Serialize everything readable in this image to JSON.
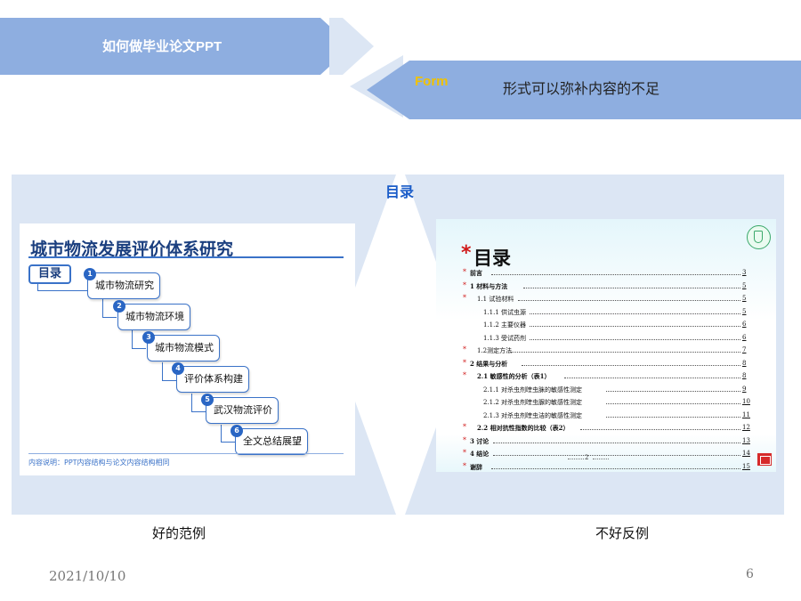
{
  "header": {
    "title": "如何做毕业论文PPT",
    "form_tag": "Form",
    "form_text": "形式可以弥补内容的不足"
  },
  "section_title": "目录",
  "good_example": {
    "caption": "好的范例",
    "slide_title": "城市物流发展评价体系研究",
    "mulu_label": "目录",
    "steps": [
      {
        "num": "1",
        "label": "城市物流研究"
      },
      {
        "num": "2",
        "label": "城市物流环境"
      },
      {
        "num": "3",
        "label": "城市物流模式"
      },
      {
        "num": "4",
        "label": "评价体系构建"
      },
      {
        "num": "5",
        "label": "武汉物流评价"
      },
      {
        "num": "6",
        "label": "全文总结展望"
      }
    ],
    "note": "内容说明：PPT内容结构与论文内容结构相同"
  },
  "bad_example": {
    "caption": "不好反例",
    "slide_title": "目录",
    "title_star": "*",
    "toc": [
      {
        "star": "*",
        "label": "前言",
        "page": "3"
      },
      {
        "star": "*",
        "label": "1  材料与方法",
        "page": "5"
      },
      {
        "star": "*",
        "label": "1.1  试验材料",
        "page": "5"
      },
      {
        "star": "",
        "label": "1.1.1  供试虫源",
        "page": "5"
      },
      {
        "star": "",
        "label": "1.1.2  主要仪器",
        "page": "6"
      },
      {
        "star": "",
        "label": "1.1.3  受试药剂",
        "page": "6"
      },
      {
        "star": "*",
        "label": "1.2测定方法",
        "page": "7"
      },
      {
        "star": "*",
        "label": "2  结果与分析",
        "page": "8"
      },
      {
        "star": "*",
        "label": "2.1  敏感性的分析（表1）",
        "page": "8"
      },
      {
        "star": "",
        "label": "2.1.1  对杀虫剂喹虫脒的敏感性测定",
        "page": "9"
      },
      {
        "star": "",
        "label": "2.1.2  对杀虫剂喹虫脲的敏感性测定",
        "page": "10"
      },
      {
        "star": "",
        "label": "2.1.3  对杀虫剂喹虫洁的敏感性测定",
        "page": "11"
      },
      {
        "star": "*",
        "label": "2.2  相对抗性指数的比较（表2）",
        "page": "12"
      },
      {
        "star": "*",
        "label": "3  讨论",
        "page": "13"
      },
      {
        "star": "*",
        "label": "4  结论",
        "page": "14"
      },
      {
        "star": "*",
        "label": "谢辞",
        "page": "15"
      }
    ],
    "page_number": "2"
  },
  "footer": {
    "date": "2021/10/10",
    "slide_number": "6"
  },
  "colors": {
    "banner": "#8eaee0",
    "panel": "#dce6f4",
    "accent_blue": "#1a5cc8",
    "form_yellow": "#f0c200",
    "star_red": "#d01818"
  }
}
